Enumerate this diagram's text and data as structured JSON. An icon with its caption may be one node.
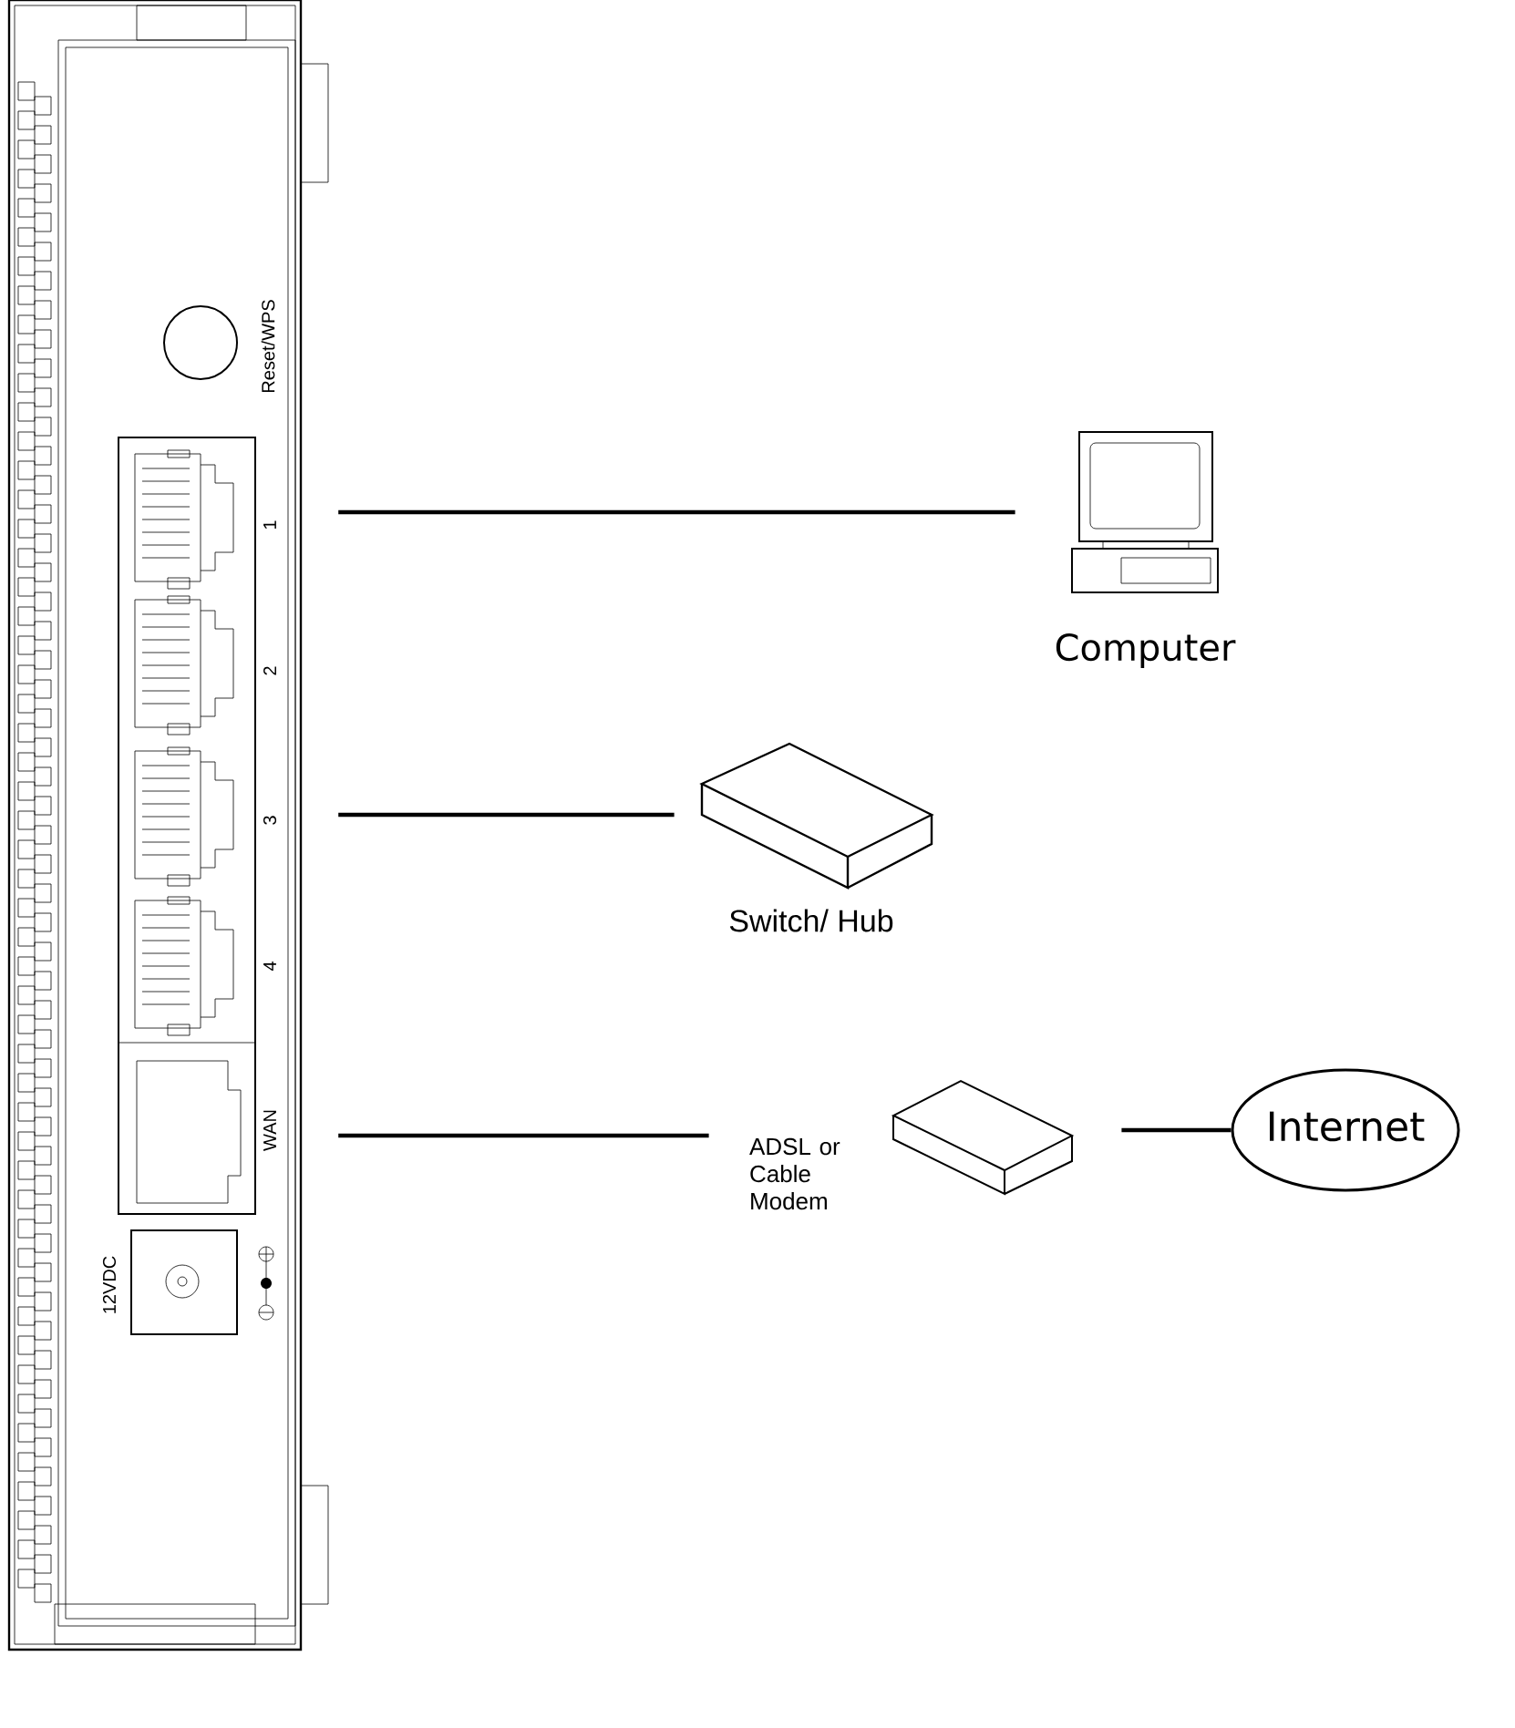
{
  "diagram": {
    "nodes": [
      {
        "text": [],
        "shape": "box"
      },
      {
        "text": [
          "Computer"
        ]
      },
      {
        "text": [
          "Switch/ Hub"
        ]
      },
      {
        "text": [
          "ADSL or Cable Modem"
        ]
      },
      {
        "text": [
          "Internet"
        ]
      }
    ],
    "edges": [
      {
        "from": 0,
        "to": 1,
        "arrow": "none"
      },
      {
        "from": 0,
        "to": 2,
        "arrow": "none"
      },
      {
        "from": 0,
        "to": 3,
        "arrow": "none"
      },
      {
        "from": 3,
        "to": 4,
        "arrow": "none"
      }
    ],
    "labels": [
      "Reset/WPS",
      "1",
      "2",
      "3",
      "4",
      "WAN",
      "12VDC"
    ]
  }
}
